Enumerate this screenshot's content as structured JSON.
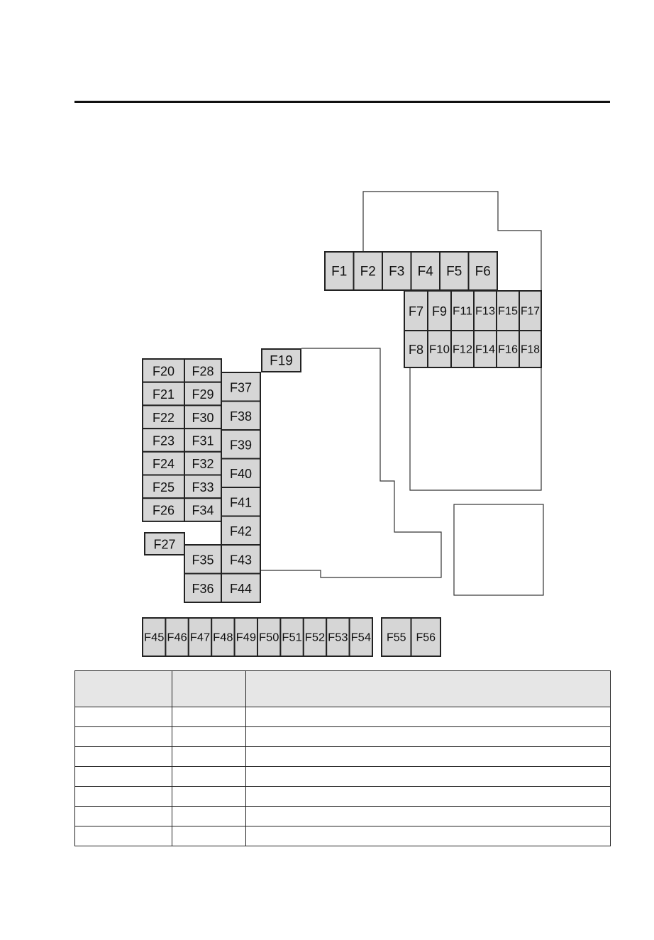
{
  "fuses": {
    "row_top": [
      "F1",
      "F2",
      "F3",
      "F4",
      "F5",
      "F6"
    ],
    "panel_right_upper": [
      "F7",
      "F9",
      "F11",
      "F13",
      "F15",
      "F17"
    ],
    "panel_right_lower": [
      "F8",
      "F10",
      "F12",
      "F14",
      "F16",
      "F18"
    ],
    "single_19": "F19",
    "col_a": [
      "F20",
      "F21",
      "F22",
      "F23",
      "F24",
      "F25",
      "F26"
    ],
    "col_b": [
      "F28",
      "F29",
      "F30",
      "F31",
      "F32",
      "F33",
      "F34"
    ],
    "single_27": "F27",
    "col_c_lower": [
      "F35",
      "F36"
    ],
    "col_d": [
      "F37",
      "F38",
      "F39",
      "F40",
      "F41",
      "F42",
      "F43",
      "F44"
    ],
    "row_bottom": [
      "F45",
      "F46",
      "F47",
      "F48",
      "F49",
      "F50",
      "F51",
      "F52",
      "F53",
      "F54"
    ],
    "row_bottom_right": [
      "F55",
      "F56"
    ]
  },
  "table": {
    "headers": [
      "",
      "",
      ""
    ],
    "rows": [
      [
        "",
        "",
        ""
      ],
      [
        "",
        "",
        ""
      ],
      [
        "",
        "",
        ""
      ],
      [
        "",
        "",
        ""
      ],
      [
        "",
        "",
        ""
      ],
      [
        "",
        "",
        ""
      ],
      [
        "",
        "",
        ""
      ]
    ]
  }
}
